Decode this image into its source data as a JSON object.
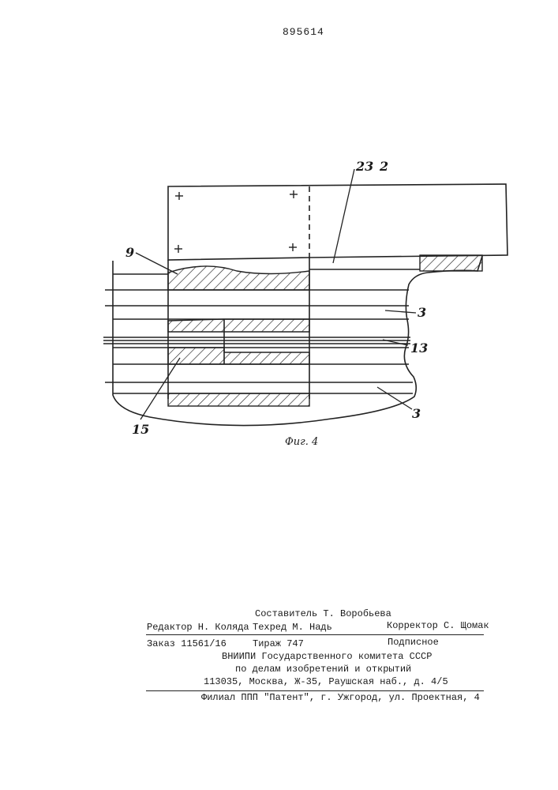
{
  "patent_number": "895614",
  "figure": {
    "caption": "Фиг. 4",
    "labels": {
      "l23": "23",
      "l2": "2",
      "l9": "9",
      "l3a": "3",
      "l13": "13",
      "l3b": "3",
      "l15": "15"
    }
  },
  "colophon": {
    "composer": "Составитель Т. Воробьева",
    "editor": "Редактор Н. Коляда",
    "techred": "Техред М. Надь",
    "corrector": "Корректор С. Щомак",
    "order": "Заказ 11561/16",
    "circulation": "Тираж  747",
    "subscription": "Подписное",
    "org_line1": "ВНИИПИ Государственного комитета СССР",
    "org_line2": "по делам изобретений и открытий",
    "address": "113035, Москва, Ж-35, Раушская наб., д. 4/5",
    "branch": "Филиал ППП \"Патент\", г. Ужгород, ул. Проектная, 4"
  }
}
